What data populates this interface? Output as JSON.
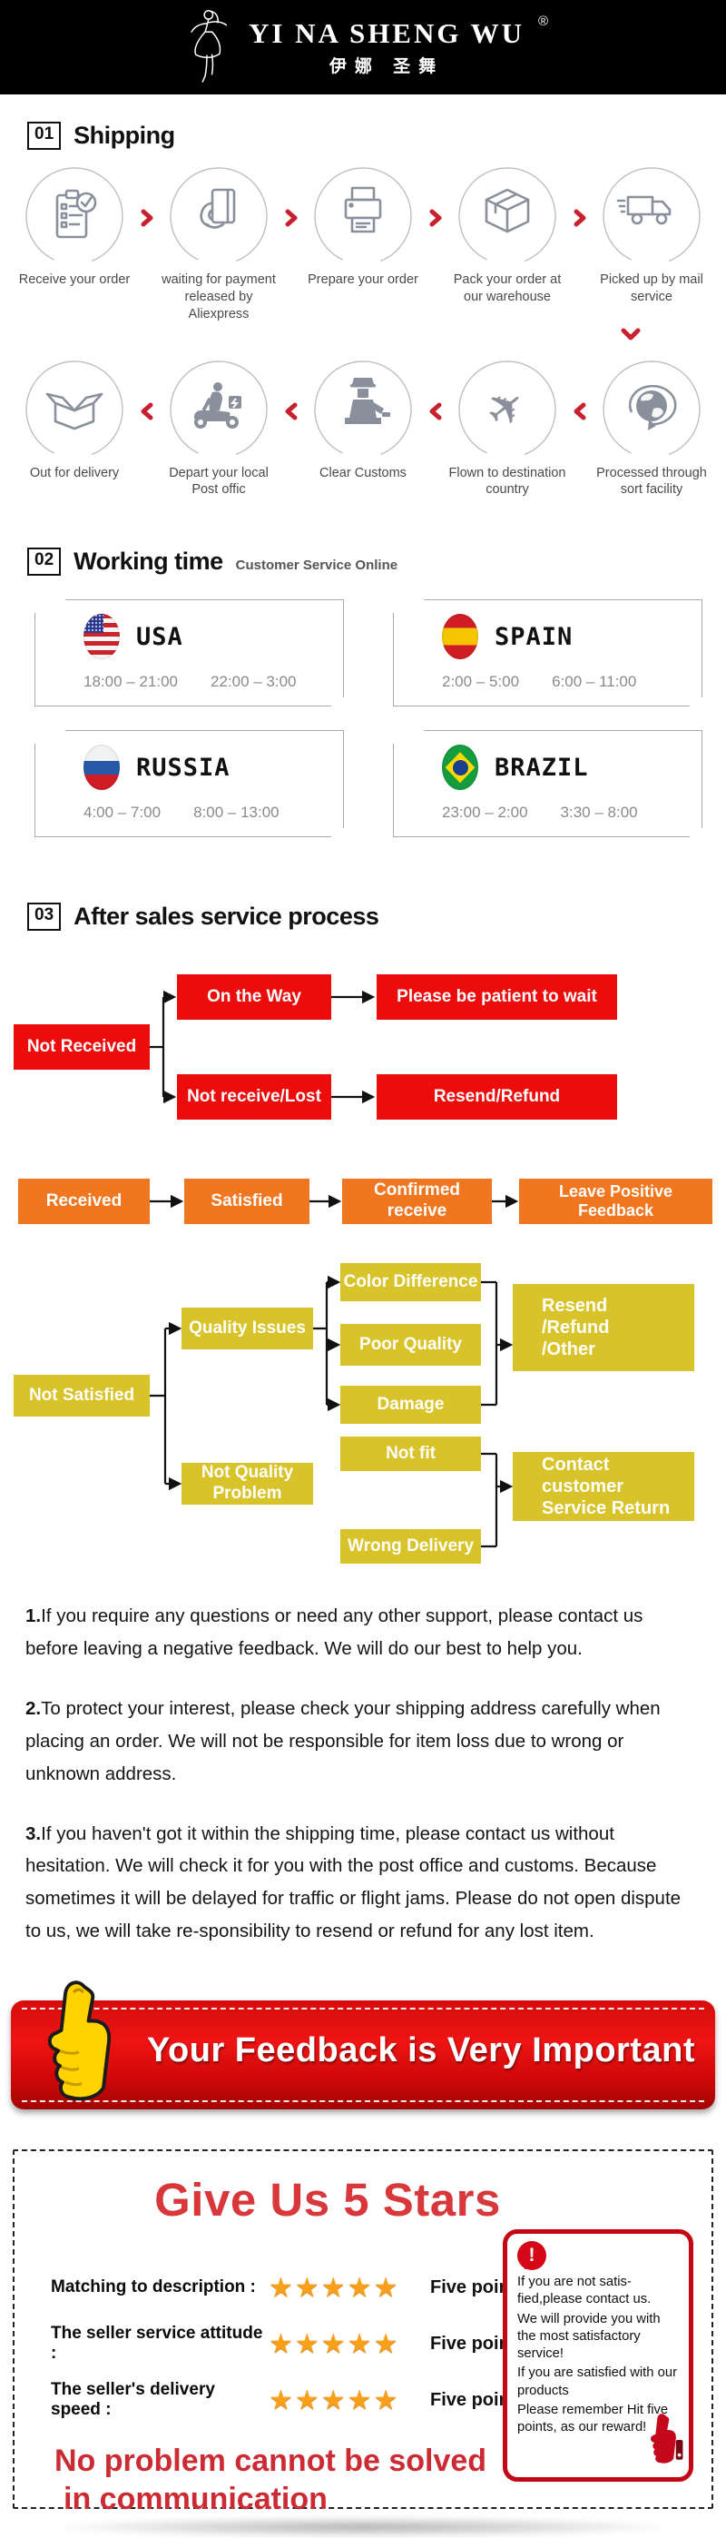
{
  "header": {
    "brand": "YI NA SHENG WU",
    "reg": "®",
    "brand_cn": "伊娜 圣舞"
  },
  "shipping": {
    "num": "01",
    "title": "Shipping",
    "row1": [
      {
        "label": "Receive your order",
        "icon": "order-clipboard-icon"
      },
      {
        "label": "waiting for payment released by Aliexpress",
        "icon": "payment-card-icon"
      },
      {
        "label": "Prepare your order",
        "icon": "printer-icon"
      },
      {
        "label": "Pack your order at our warehouse",
        "icon": "package-box-icon"
      },
      {
        "label": "Picked up by mail service",
        "icon": "delivery-truck-icon"
      }
    ],
    "row2": [
      {
        "label": "Out for delivery",
        "icon": "open-box-icon"
      },
      {
        "label": "Depart your local Post offic",
        "icon": "courier-scooter-icon"
      },
      {
        "label": "Clear Customs",
        "icon": "customs-officer-icon"
      },
      {
        "label": "Flown to destination country",
        "icon": "airplane-icon"
      },
      {
        "label": "Processed through sort facility",
        "icon": "globe-sort-icon"
      }
    ]
  },
  "working_time": {
    "num": "02",
    "title": "Working time",
    "subtitle": "Customer Service Online",
    "countries": [
      {
        "name": "USA",
        "flag": "usa",
        "t1": "18:00 – 21:00",
        "t2": "22:00 – 3:00"
      },
      {
        "name": "SPAIN",
        "flag": "spain",
        "t1": "2:00 – 5:00",
        "t2": "6:00 – 11:00"
      },
      {
        "name": "RUSSIA",
        "flag": "russia",
        "t1": "4:00 – 7:00",
        "t2": "8:00 – 13:00"
      },
      {
        "name": "BRAZIL",
        "flag": "brazil",
        "t1": "23:00 – 2:00",
        "t2": "3:30 – 8:00"
      }
    ]
  },
  "after_sales": {
    "num": "03",
    "title": "After sales service process",
    "red": {
      "root": "Not Received",
      "on_way": "On the Way",
      "wait": "Please be patient to wait",
      "lost": "Not receive/Lost",
      "resend": "Resend/Refund"
    },
    "orange": {
      "received": "Received",
      "satisfied": "Satisfied",
      "confirmed": "Confirmed receive",
      "feedback": "Leave Positive Feedback"
    },
    "yellow": {
      "root": "Not Satisfied",
      "quality": "Quality Issues",
      "color_diff": "Color Difference",
      "poor": "Poor Quality",
      "damage": "Damage",
      "q_result": "Resend\n/Refund\n/Other",
      "not_quality": "Not Quality\nProblem",
      "not_fit": "Not fit",
      "wrong": "Wrong Delivery",
      "nq_result": "Contact customer\nService Return"
    }
  },
  "notes": [
    {
      "num": "1.",
      "text": "If you require any questions or need any other support, please contact us before leaving a negative feedback. We will do our best to help you."
    },
    {
      "num": "2.",
      "text": "To protect your interest, please check your shipping address carefully when placing an order. We will not be responsible for item loss due to wrong or unknown address."
    },
    {
      "num": "3.",
      "text": "If you haven't got it within the shipping time, please contact us without hesitation. We will check it for you with the post office and customs. Because sometimes it will be delayed for traffic or flight jams. Please do not open dispute to us, we will take re-sponsibility to resend or refund for any lost item."
    }
  ],
  "banner": {
    "text": "Your Feedback is Very Important"
  },
  "stars": {
    "title": "Give Us 5 Stars",
    "rows": [
      {
        "label": "Matching to description :",
        "stars": "★★★★★",
        "count": 5,
        "points": "Five points"
      },
      {
        "label": "The seller service attitude :",
        "stars": "★★★★★",
        "count": 5,
        "points": "Five points"
      },
      {
        "label": "The seller's delivery speed :",
        "stars": "★★★★★",
        "count": 5,
        "points": "Five points"
      }
    ],
    "warn_mark": "!",
    "note_lines": [
      "If you are not satis-fied,please contact us.",
      "We will provide you with the most satisfactory service!",
      "If you are satisfied with our products",
      "Please remember Hit five points, as our reward!"
    ],
    "solved1": "No problem cannot be solved",
    "solved2": "in communication"
  },
  "colors": {
    "flow_red": "#ec0c0c",
    "flow_orange": "#f0761f",
    "flow_yellow": "#d9c32b",
    "accent_red": "#c8202f",
    "banner_red": "#d60d0d",
    "star_orange": "#f9a01b"
  }
}
